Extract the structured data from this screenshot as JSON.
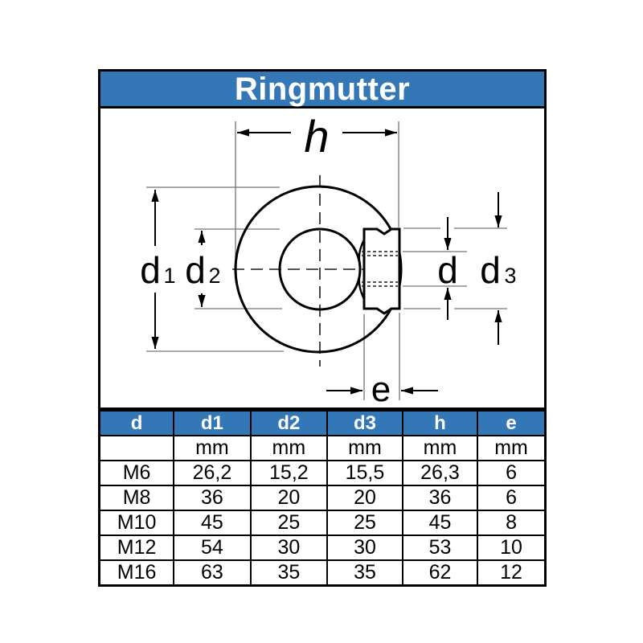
{
  "title": "Ringmutter",
  "diagram": {
    "labels": {
      "h": "h",
      "d1": {
        "main": "d",
        "sub": "1"
      },
      "d2": {
        "main": "d",
        "sub": "2"
      },
      "d": "d",
      "d3": {
        "main": "d",
        "sub": "3"
      },
      "e": "e"
    }
  },
  "table": {
    "columns": [
      "d",
      "d1",
      "d2",
      "d3",
      "h",
      "e"
    ],
    "units": [
      "",
      "mm",
      "mm",
      "mm",
      "mm",
      "mm"
    ],
    "rows": [
      [
        "M6",
        "26,2",
        "15,2",
        "15,5",
        "26,3",
        "6"
      ],
      [
        "M8",
        "36",
        "20",
        "20",
        "36",
        "6"
      ],
      [
        "M10",
        "45",
        "25",
        "25",
        "45",
        "8"
      ],
      [
        "M12",
        "54",
        "30",
        "30",
        "53",
        "10"
      ],
      [
        "M16",
        "63",
        "35",
        "35",
        "62",
        "12"
      ]
    ]
  },
  "colors": {
    "header_blue": "#3377b7",
    "header_text": "#ffffff",
    "line": "#000000",
    "extension_line": "#767676",
    "background": "#ffffff"
  }
}
